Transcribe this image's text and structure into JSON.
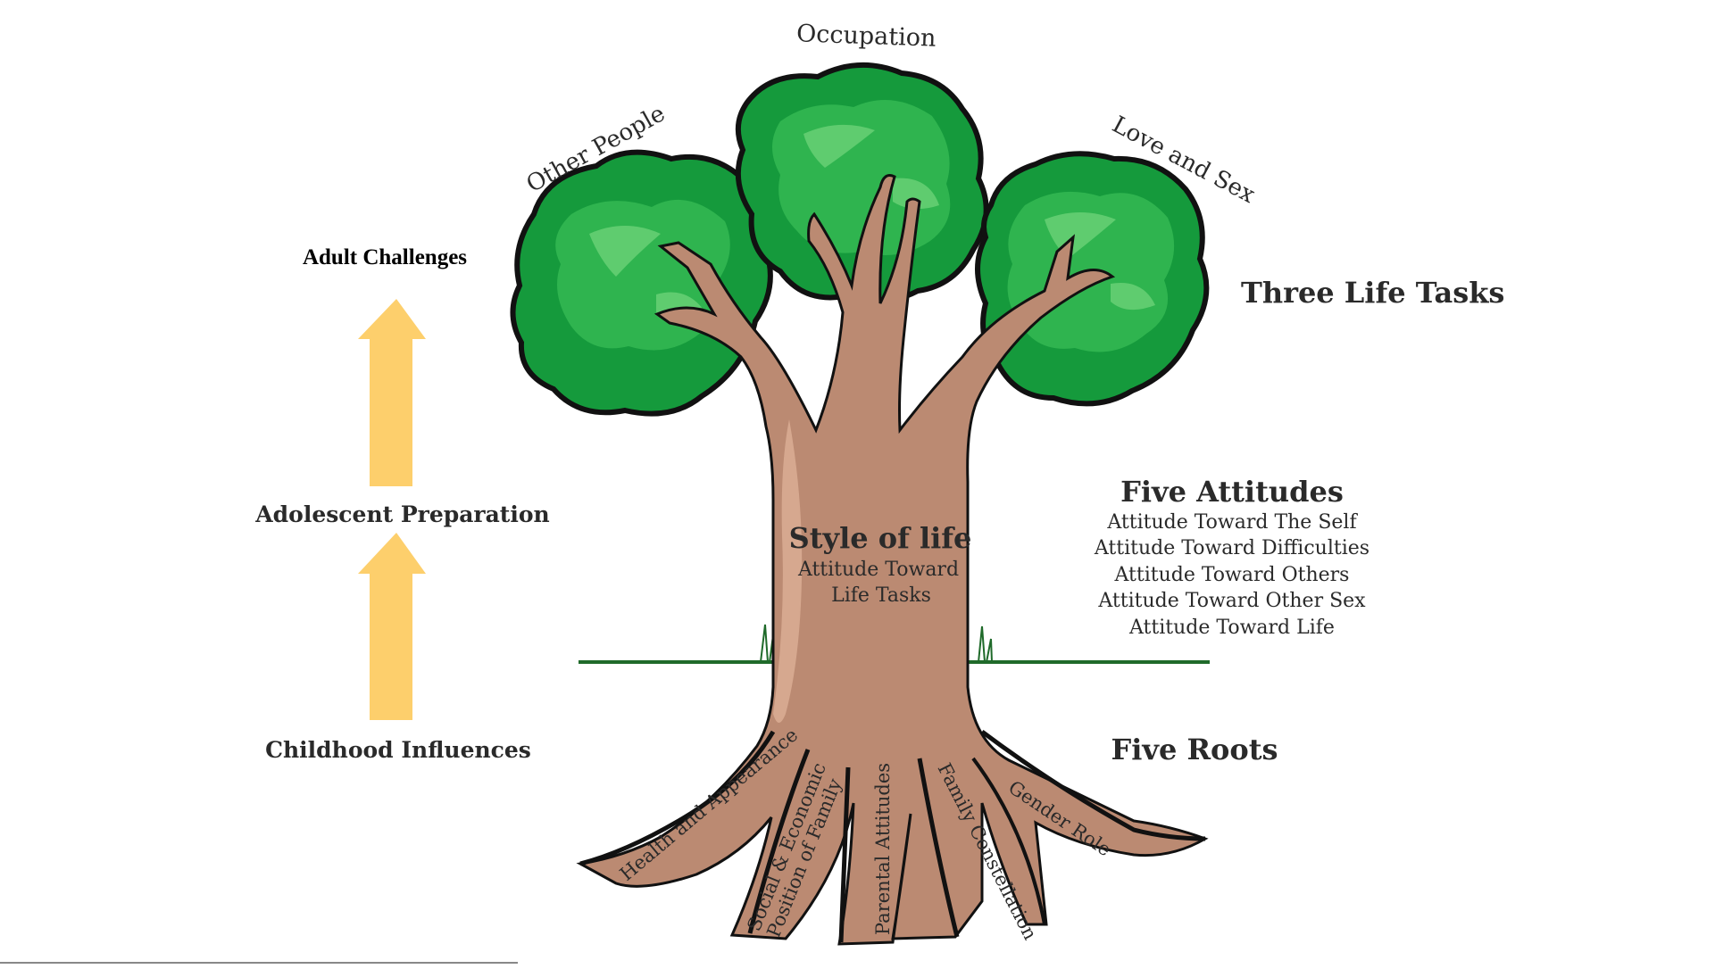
{
  "left_column": {
    "adult_challenges": "Adult Challenges",
    "adolescent_preparation": "Adolescent Preparation",
    "childhood_influences": "Childhood Influences"
  },
  "canopy": {
    "other_people": "Other People",
    "occupation": "Occupation",
    "love_and_sex": "Love and Sex"
  },
  "three_life_tasks": "Three Life Tasks",
  "trunk": {
    "title": "Style of life",
    "line1": "Attitude Toward",
    "line2": "Life Tasks"
  },
  "five_attitudes": {
    "title": "Five Attitudes",
    "items": [
      "Attitude Toward The Self",
      "Attitude Toward Difficulties",
      "Attitude Toward Others",
      "Attitude Toward Other Sex",
      "Attitude Toward Life"
    ]
  },
  "five_roots": {
    "title": "Five Roots",
    "health": "Health and Appearance",
    "social_line1": "Social & Economic",
    "social_line2": "Position of Family",
    "parental": "Parental Attitudes",
    "family": "Family Constellation",
    "gender": "Gender Role"
  },
  "colors": {
    "arrow": "#fdcf6c",
    "bark": "#bb8a72",
    "bark_light": "#d6a88f",
    "leaf_dark": "#159a3c",
    "leaf_mid": "#2fb44f",
    "leaf_light": "#5fcc6f",
    "outline": "#111111",
    "ground": "#1f6a2a"
  }
}
